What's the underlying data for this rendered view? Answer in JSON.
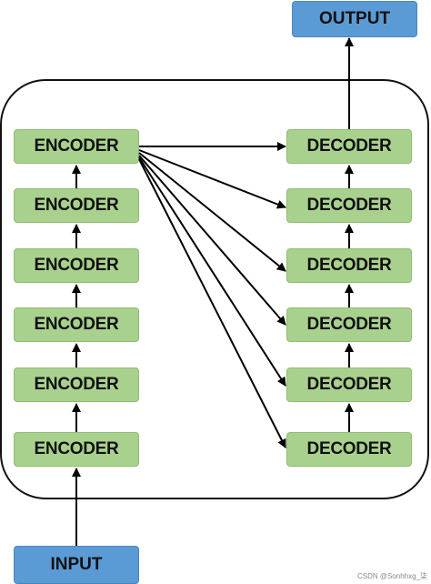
{
  "diagram": {
    "input_label": "INPUT",
    "output_label": "OUTPUT",
    "encoders": [
      "ENCODER",
      "ENCODER",
      "ENCODER",
      "ENCODER",
      "ENCODER",
      "ENCODER"
    ],
    "decoders": [
      "DECODER",
      "DECODER",
      "DECODER",
      "DECODER",
      "DECODER",
      "DECODER"
    ],
    "watermark": "CSDN @Sonhhxg_柒",
    "colors": {
      "block_fill": "#a9d18e",
      "io_fill": "#5b9bd5",
      "arrow": "#000000"
    }
  }
}
